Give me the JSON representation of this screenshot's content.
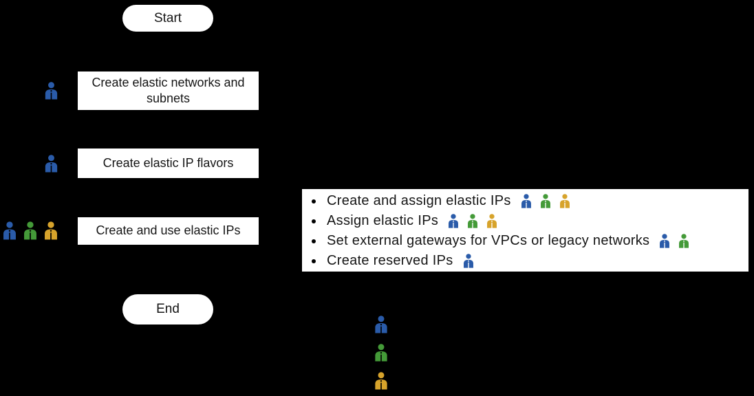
{
  "colors": {
    "background": "#000000",
    "node_fill": "#ffffff",
    "text": "#151515",
    "role_blue": "#2a5ba9",
    "role_green": "#449a38",
    "role_orange": "#d7a32b"
  },
  "flow": {
    "start_label": "Start",
    "end_label": "End",
    "steps": [
      {
        "label": "Create elastic networks and subnets",
        "roles": [
          "blue"
        ]
      },
      {
        "label": "Create elastic IP flavors",
        "roles": [
          "blue"
        ]
      },
      {
        "label": "Create and use elastic IPs",
        "roles": [
          "blue",
          "green",
          "orange"
        ]
      }
    ]
  },
  "callout": {
    "items": [
      {
        "text": "Create and assign elastic IPs",
        "roles": [
          "blue",
          "green",
          "orange"
        ]
      },
      {
        "text": "Assign elastic IPs",
        "roles": [
          "blue",
          "green",
          "orange"
        ]
      },
      {
        "text": "Set external gateways for VPCs or legacy networks",
        "roles": [
          "blue",
          "green"
        ]
      },
      {
        "text": "Create reserved IPs",
        "roles": [
          "blue"
        ]
      }
    ]
  },
  "legend": {
    "roles": [
      "blue",
      "green",
      "orange"
    ]
  }
}
